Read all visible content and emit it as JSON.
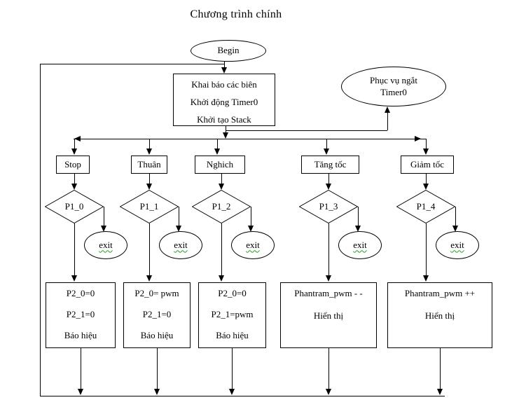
{
  "title": "Chương trình chính",
  "colors": {
    "line": "#000000",
    "text": "#000000",
    "background": "#ffffff",
    "spellcheck_underline": "#1fa11f"
  },
  "nodes": {
    "begin": "Begin",
    "init_box": [
      "Khai báo các biên",
      "Khởi động Timer0",
      "Khởi tạo Stack"
    ],
    "interrupt_ellipse": [
      "Phục vụ ngắt",
      "Timer0"
    ]
  },
  "columns": [
    {
      "branch": "Stop",
      "condition": "P1_0",
      "exit_label": "exit",
      "action": [
        "P2_0=0",
        "P2_1=0",
        "Báo hiệu"
      ]
    },
    {
      "branch": "Thuân",
      "condition": "P1_1",
      "exit_label": "exit",
      "action": [
        "P2_0= pwm",
        "P2_1=0",
        "Báo hiệu"
      ]
    },
    {
      "branch": "Nghich",
      "condition": "P1_2",
      "exit_label": "exit",
      "action": [
        "P2_0=0",
        "P2_1=pwm",
        "Báo hiệu"
      ]
    },
    {
      "branch": "Tăng tốc",
      "condition": "P1_3",
      "exit_label": "exit",
      "action": [
        "Phantram_pwm - -",
        "Hiển thị"
      ]
    },
    {
      "branch": "Giảm tốc",
      "condition": "P1_4",
      "exit_label": "exit",
      "action": [
        "Phantram_pwm ++",
        "Hiển thị"
      ]
    }
  ]
}
